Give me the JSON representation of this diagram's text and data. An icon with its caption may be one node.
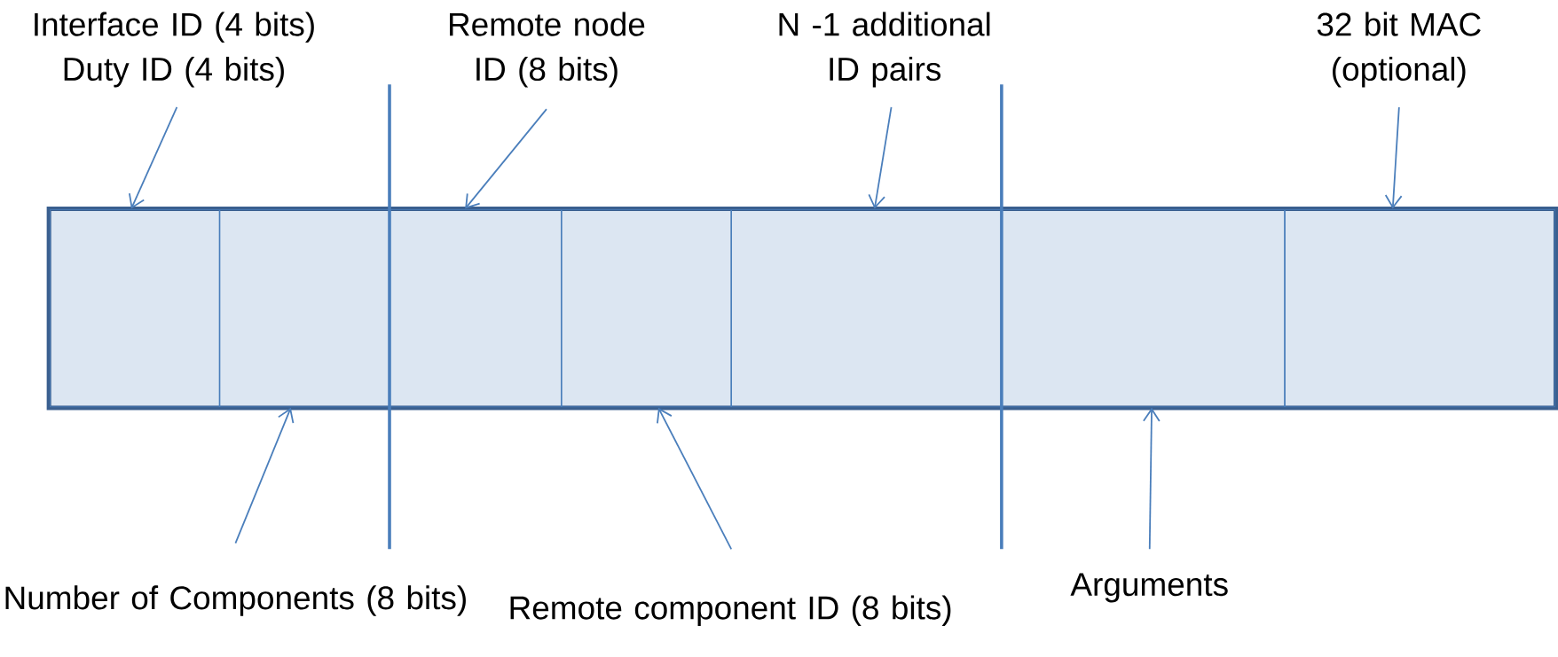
{
  "diagram": {
    "nodes": [
      {
        "text": [
          "Interface ID (4 bits) Duty ID (4 bits)"
        ]
      },
      {
        "text": [
          "Remote node ID (8 bits)"
        ]
      },
      {
        "text": [
          "N -1 additional ID pairs"
        ]
      },
      {
        "text": [
          "32 bit MAC (optional)"
        ]
      },
      {
        "text": [],
        "shape": "box"
      },
      {
        "text": [],
        "shape": "box",
        "in": 4
      },
      {
        "text": [],
        "shape": "box",
        "in": 4
      },
      {
        "text": [],
        "shape": "box",
        "in": 4
      },
      {
        "text": [],
        "shape": "box",
        "in": 4
      },
      {
        "text": [],
        "shape": "box",
        "in": 4
      },
      {
        "text": [],
        "shape": "box",
        "in": 4
      },
      {
        "text": [],
        "shape": "box",
        "in": 4
      },
      {
        "text": [
          "Number of Components (8 bits)"
        ]
      },
      {
        "text": [
          "Remote component ID (8 bits)"
        ]
      },
      {
        "text": [
          "Arguments"
        ]
      }
    ],
    "edges": [
      {
        "from": 0,
        "to": 5,
        "arrow": "to"
      },
      {
        "from": 1,
        "to": 7,
        "arrow": "to"
      },
      {
        "from": 2,
        "to": 9,
        "arrow": "to"
      },
      {
        "from": 3,
        "to": 11,
        "arrow": "to"
      },
      {
        "from": 12,
        "to": 6,
        "arrow": "to"
      },
      {
        "from": 13,
        "to": 8,
        "arrow": "to"
      },
      {
        "from": 14,
        "to": 10,
        "arrow": "to"
      }
    ]
  }
}
